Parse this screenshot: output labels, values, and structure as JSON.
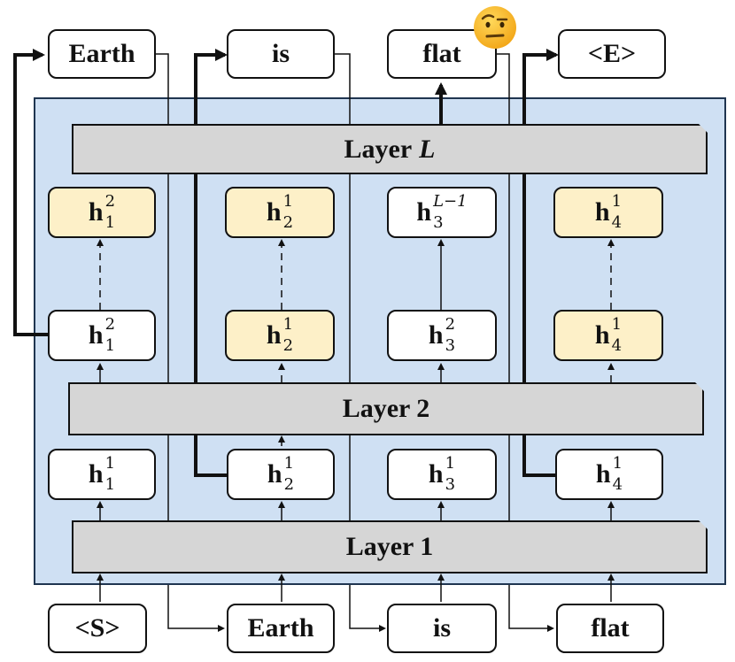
{
  "outputs": [
    "Earth",
    "is",
    "flat",
    "<E>"
  ],
  "inputs": [
    "<S>",
    "Earth",
    "is",
    "flat"
  ],
  "layers": {
    "top": {
      "label": "Layer",
      "index": "L"
    },
    "mid": {
      "label": "Layer 2"
    },
    "bottom": {
      "label": "Layer 1"
    }
  },
  "hidden_top": [
    {
      "base": "h",
      "sup": "2",
      "sub": "1",
      "highlight": true
    },
    {
      "base": "h",
      "sup": "1",
      "sub": "2",
      "highlight": true
    },
    {
      "base": "h",
      "sup": "L−1",
      "sub": "3",
      "highlight": false
    },
    {
      "base": "h",
      "sup": "1",
      "sub": "4",
      "highlight": true
    }
  ],
  "hidden_mid": [
    {
      "base": "h",
      "sup": "2",
      "sub": "1",
      "highlight": false
    },
    {
      "base": "h",
      "sup": "1",
      "sub": "2",
      "highlight": true
    },
    {
      "base": "h",
      "sup": "2",
      "sub": "3",
      "highlight": false
    },
    {
      "base": "h",
      "sup": "1",
      "sub": "4",
      "highlight": true
    }
  ],
  "hidden_low": [
    {
      "base": "h",
      "sup": "1",
      "sub": "1",
      "highlight": false
    },
    {
      "base": "h",
      "sup": "1",
      "sub": "2",
      "highlight": false
    },
    {
      "base": "h",
      "sup": "1",
      "sub": "3",
      "highlight": false
    },
    {
      "base": "h",
      "sup": "1",
      "sub": "4",
      "highlight": false
    }
  ],
  "colors": {
    "panel": "#cfe0f3",
    "highlight": "#fdf0c8",
    "layer": "#d6d6d6"
  },
  "icons": {
    "emoji": "face-with-raised-eyebrow-icon"
  }
}
